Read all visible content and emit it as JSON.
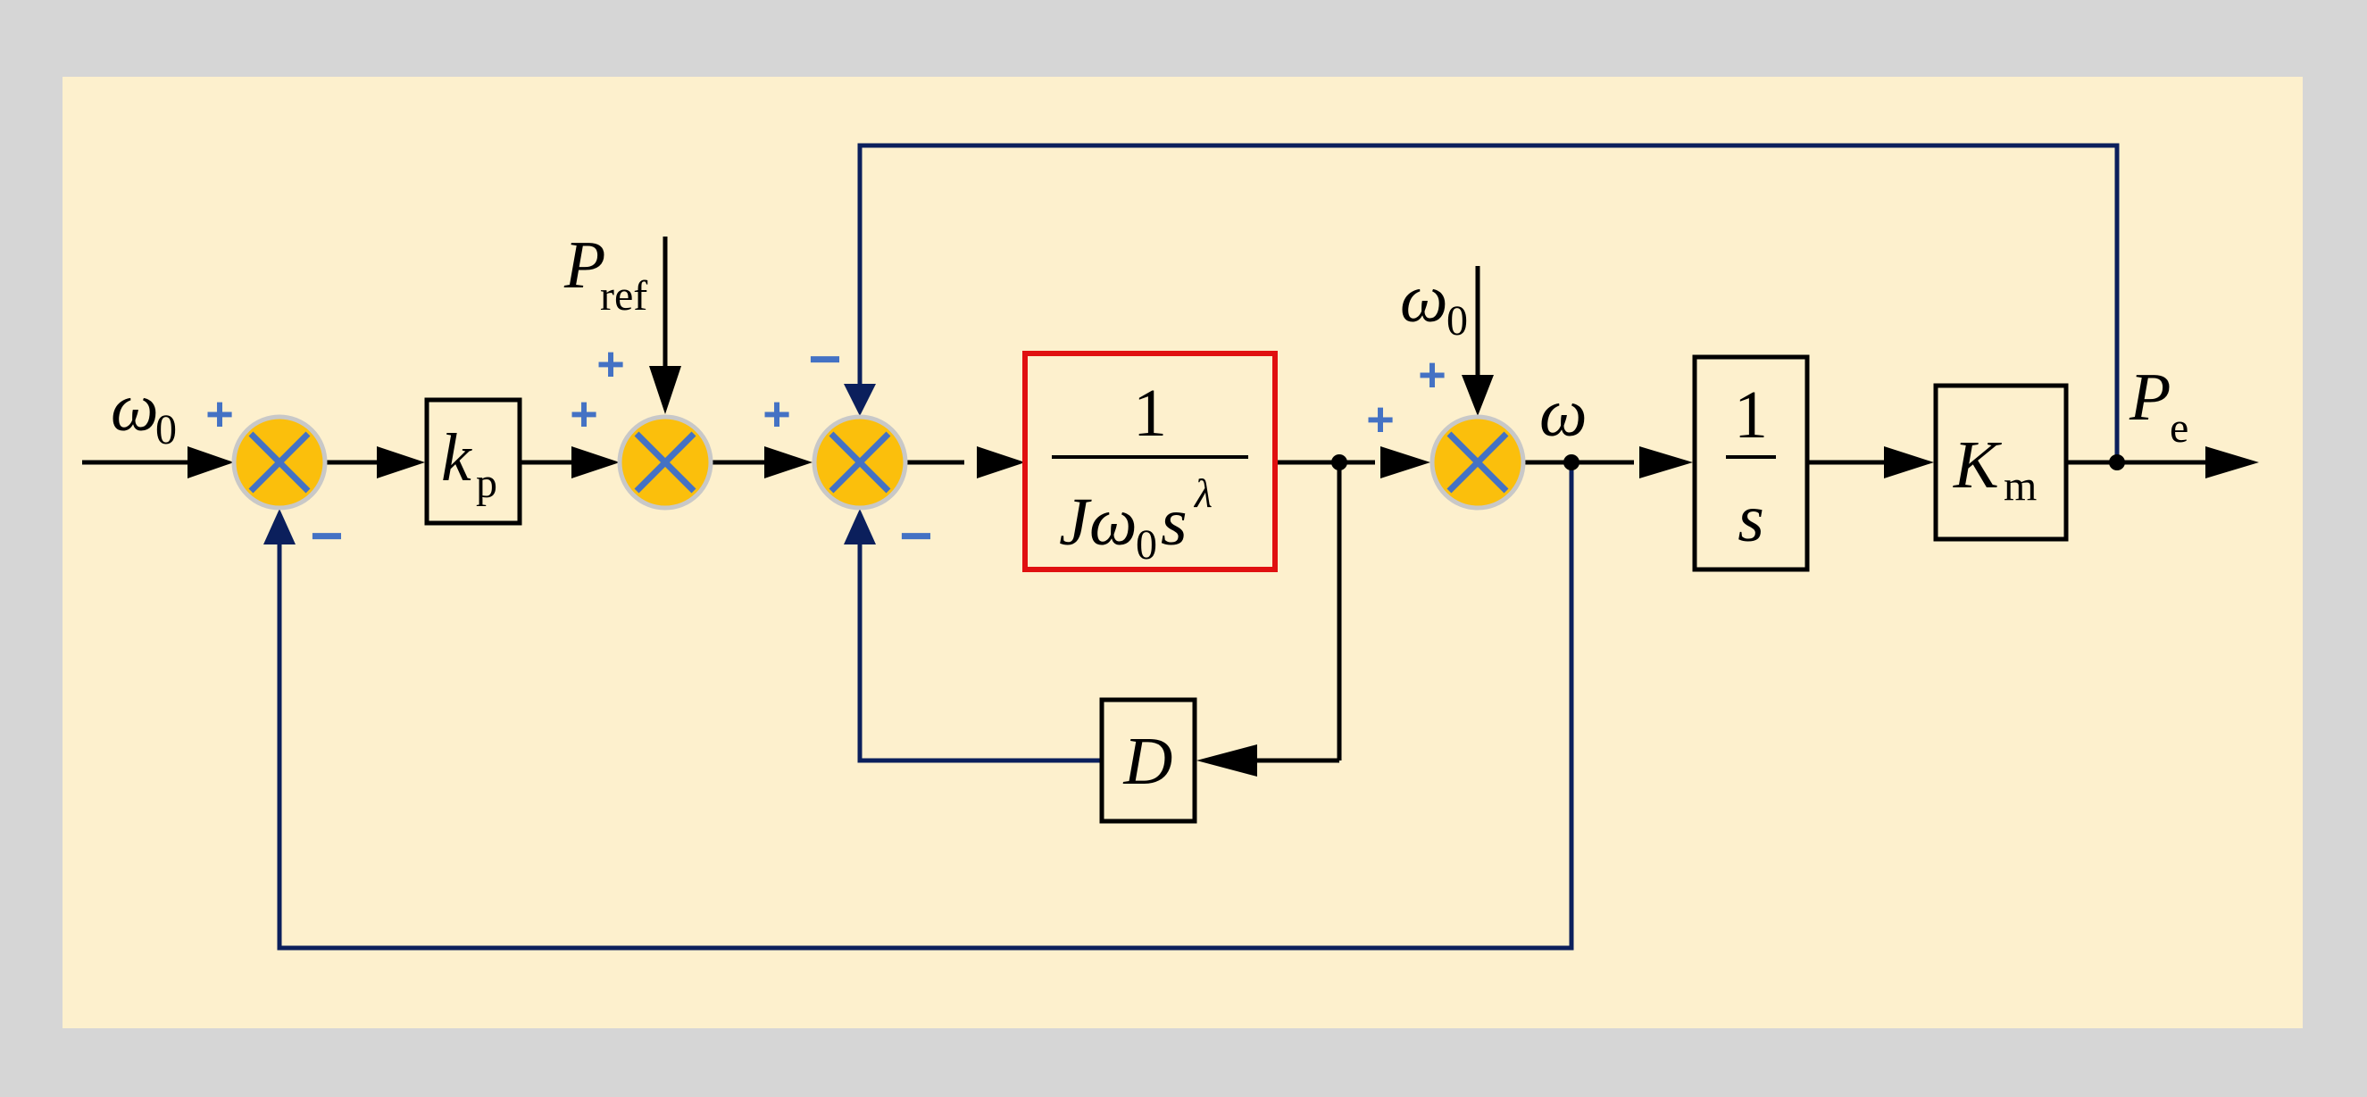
{
  "colors": {
    "outer_background": "#d6d6d6",
    "panel_background": "#fdf0cd",
    "signal_line": "#000000",
    "feedback_line": "#0b1f5c",
    "sign": "#4472c4",
    "summing_fill": "#fbbf0c",
    "summing_cross": "#4472c4",
    "highlight_border": "#e01010"
  },
  "inputs": {
    "omega0_left": {
      "symbol": "ω",
      "sub": "0"
    },
    "pref": {
      "symbol": "P",
      "sub": "ref"
    },
    "omega0_top": {
      "symbol": "ω",
      "sub": "0"
    }
  },
  "blocks": {
    "kp": {
      "symbol": "k",
      "sub": "p"
    },
    "inertia": {
      "numerator": "1",
      "den_J": "J",
      "den_omega": "ω",
      "den_omega_sub": "0",
      "den_s": "s",
      "den_exp": "λ"
    },
    "damping": {
      "symbol": "D"
    },
    "integrator": {
      "numerator": "1",
      "denominator": "s"
    },
    "km": {
      "symbol": "K",
      "sub": "m"
    }
  },
  "signals": {
    "omega": "ω",
    "pe": {
      "symbol": "P",
      "sub": "e"
    }
  },
  "signs": {
    "s1_plus": "+",
    "s1_minus": "−",
    "s2_plus_left": "+",
    "s2_plus_top": "+",
    "s3_plus": "+",
    "s3_minus_top": "−",
    "s3_minus_bottom": "−",
    "s4_plus_left": "+",
    "s4_plus_top": "+"
  }
}
